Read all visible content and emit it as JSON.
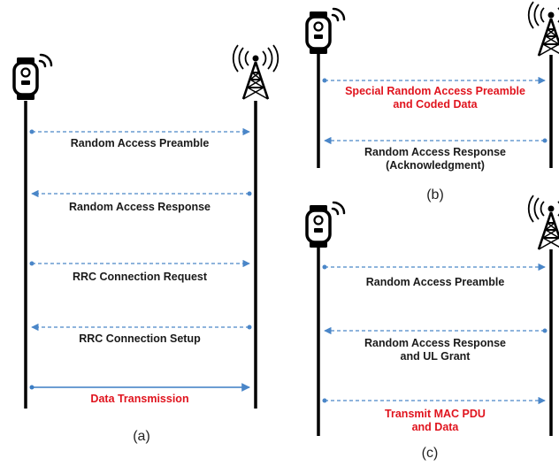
{
  "colors": {
    "line": "#000000",
    "dashed_arrow": "#4a86c8",
    "solid_arrow": "#3b7dc4",
    "highlight_text": "#e0141e",
    "text": "#1a1a1a"
  },
  "icons": {
    "device": "iot-device-icon",
    "tower": "cell-tower-icon"
  },
  "panel_a": {
    "caption": "(a)",
    "messages": [
      {
        "label": "Random Access Preamble",
        "direction": "to-tower",
        "style": "dashed"
      },
      {
        "label": "Random Access Response",
        "direction": "to-device",
        "style": "dashed"
      },
      {
        "label": "RRC Connection Request",
        "direction": "to-tower",
        "style": "dashed"
      },
      {
        "label": "RRC Connection Setup",
        "direction": "to-device",
        "style": "dashed"
      },
      {
        "label": "Data Transmission",
        "direction": "to-tower",
        "style": "solid"
      }
    ]
  },
  "panel_b": {
    "caption": "(b)",
    "messages": [
      {
        "line1": "Special Random Access Preamble",
        "line2": "and Coded Data",
        "direction": "to-tower",
        "style": "dashed"
      },
      {
        "line1": "Random Access Response",
        "line2": "(Acknowledgment)",
        "direction": "to-device",
        "style": "dashed"
      }
    ]
  },
  "panel_c": {
    "caption": "(c)",
    "messages": [
      {
        "line1": "Random Access Preamble",
        "line2": "",
        "direction": "to-tower",
        "style": "dashed"
      },
      {
        "line1": "Random Access Response",
        "line2": "and UL Grant",
        "direction": "to-device",
        "style": "dashed"
      },
      {
        "line1": "Transmit MAC PDU",
        "line2": "and Data",
        "direction": "to-tower",
        "style": "dashed"
      }
    ]
  }
}
